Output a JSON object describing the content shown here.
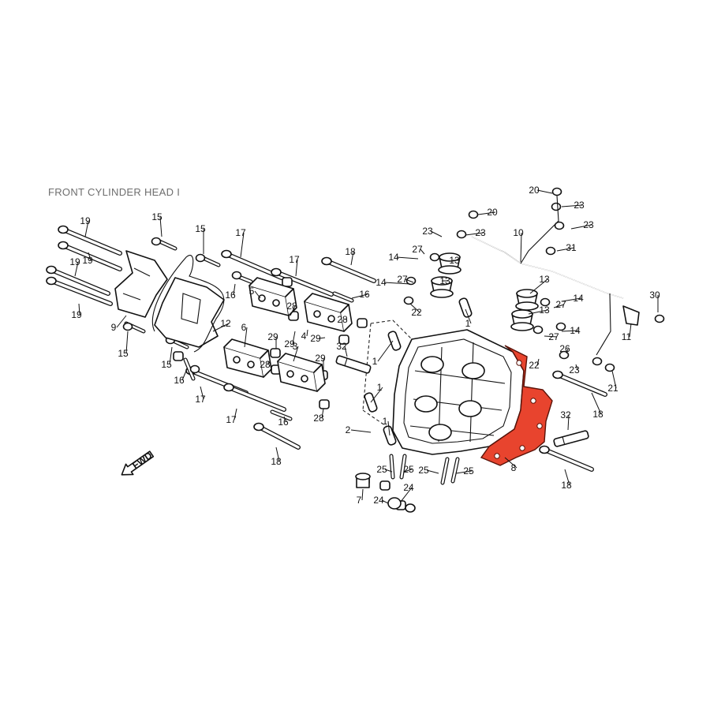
{
  "title": "FRONT CYLINDER HEAD I",
  "direction": "FWD",
  "highlight_color": "#e8442e",
  "callouts": [
    "1",
    "1",
    "1",
    "1",
    "2",
    "3",
    "4",
    "5",
    "6",
    "7",
    "8",
    "9",
    "10",
    "11",
    "12",
    "13",
    "13",
    "13",
    "13",
    "14",
    "14",
    "14",
    "14",
    "15",
    "15",
    "15",
    "15",
    "16",
    "16",
    "16",
    "16",
    "17",
    "17",
    "17",
    "17",
    "18",
    "18",
    "18",
    "18",
    "19",
    "19",
    "19",
    "19",
    "20",
    "20",
    "21",
    "22",
    "22",
    "23",
    "23",
    "23",
    "23",
    "23",
    "24",
    "24",
    "25",
    "25",
    "25",
    "25",
    "26",
    "27",
    "27",
    "27",
    "27",
    "28",
    "28",
    "28",
    "28",
    "29",
    "29",
    "29",
    "29",
    "30",
    "31",
    "32",
    "32"
  ]
}
